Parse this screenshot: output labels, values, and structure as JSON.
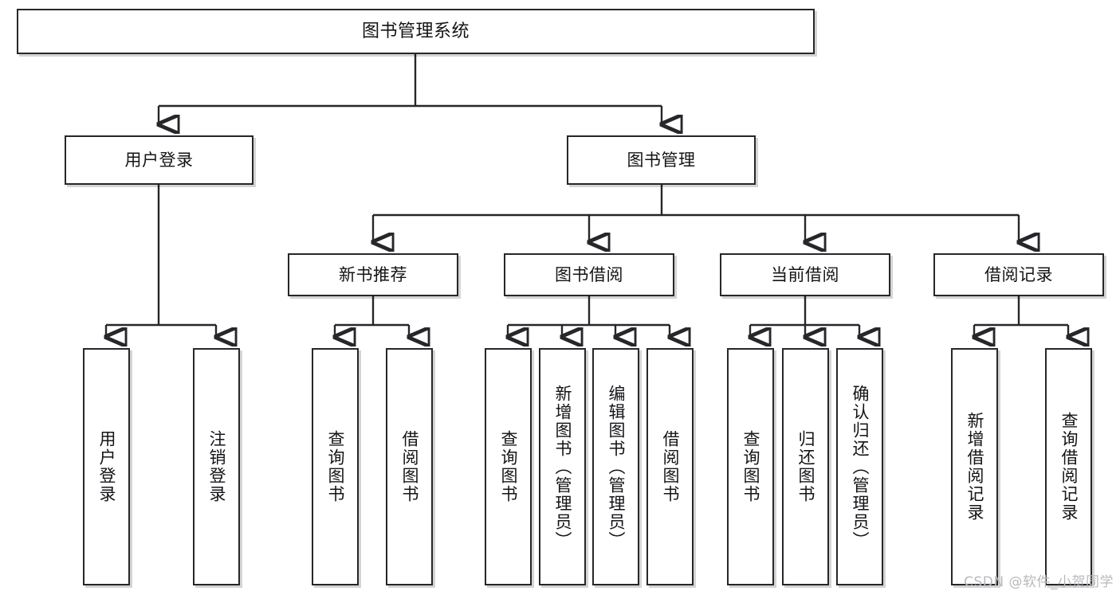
{
  "diagram": {
    "title": "图书管理系统",
    "type": "tree-hierarchy",
    "theme": {
      "background": "#ffffff",
      "box_border": "#26262b",
      "box_fill": "#ffffff",
      "connector": "#26262b",
      "text": "#141418",
      "watermark": "#b9b9bd"
    }
  },
  "watermark": {
    "text": "CSDN @软件_小贺同学"
  },
  "nodes": {
    "root": {
      "label": "图书管理系统"
    },
    "level2": [
      {
        "label": "用户登录"
      },
      {
        "label": "图书管理"
      }
    ],
    "level3": [
      {
        "label": "新书推荐"
      },
      {
        "label": "图书借阅"
      },
      {
        "label": "当前借阅"
      },
      {
        "label": "借阅记录"
      }
    ],
    "leaves": {
      "user_login": [
        {
          "label": "用户登录"
        },
        {
          "label": "注销登录"
        }
      ],
      "new_book_recommend": [
        {
          "label": "查询图书"
        },
        {
          "label": "借阅图书"
        }
      ],
      "book_borrow": [
        {
          "label": "查询图书"
        },
        {
          "label": "新增图书（管理员）"
        },
        {
          "label": "编辑图书（管理员）"
        },
        {
          "label": "借阅图书"
        }
      ],
      "current_borrow": [
        {
          "label": "查询图书"
        },
        {
          "label": "归还图书"
        },
        {
          "label": "确认归还（管理员）"
        }
      ],
      "borrow_record": [
        {
          "label": "新增借阅记录"
        },
        {
          "label": "查询借阅记录"
        }
      ]
    }
  }
}
